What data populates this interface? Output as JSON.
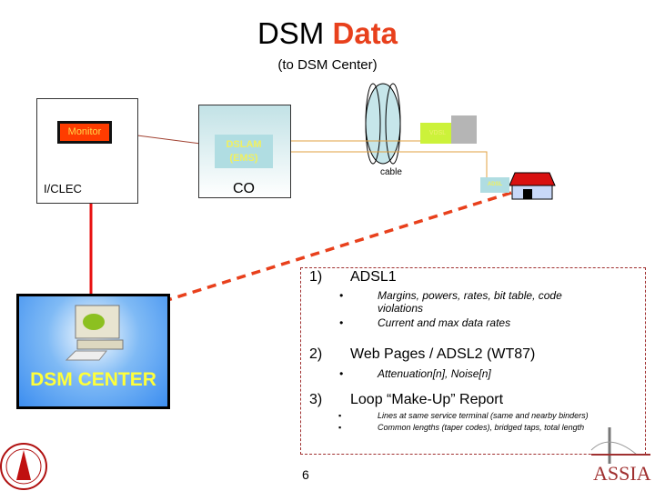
{
  "title": {
    "main": "DSM",
    "accent": "Data",
    "subtitle": "(to DSM Center)"
  },
  "diagram": {
    "iclec_label": "I/CLEC",
    "monitor_label": "Monitor",
    "co_label": "CO",
    "dslam_label_1": "DSLAM",
    "dslam_label_2": "(EMS)",
    "cable_label": "cable",
    "vdsl_label": "VDSL",
    "adsl_label": "ADSL",
    "dsm_center_label": "DSM CENTER"
  },
  "list": [
    {
      "num": "1)",
      "heading": "ADSL1",
      "bullets": [
        "Margins, powers, rates, bit table, code violations",
        "Current and max data rates"
      ]
    },
    {
      "num": "2)",
      "heading": "Web Pages / ADSL2 (WT87)",
      "bullets": [
        "Attenuation[n], Noise[n]"
      ]
    },
    {
      "num": "3)",
      "heading": "Loop “Make-Up” Report",
      "bullets": [
        "Lines at same service terminal (same and nearby binders)",
        "Common lengths (taper codes), bridged taps, total length"
      ]
    }
  ],
  "page_number": "6",
  "logos": {
    "right": "ASSIA"
  },
  "colors": {
    "accent": "#e8401c",
    "monitor": "#ff3c00",
    "arrow": "#e8401c",
    "dsm_text": "#ffff3a"
  }
}
